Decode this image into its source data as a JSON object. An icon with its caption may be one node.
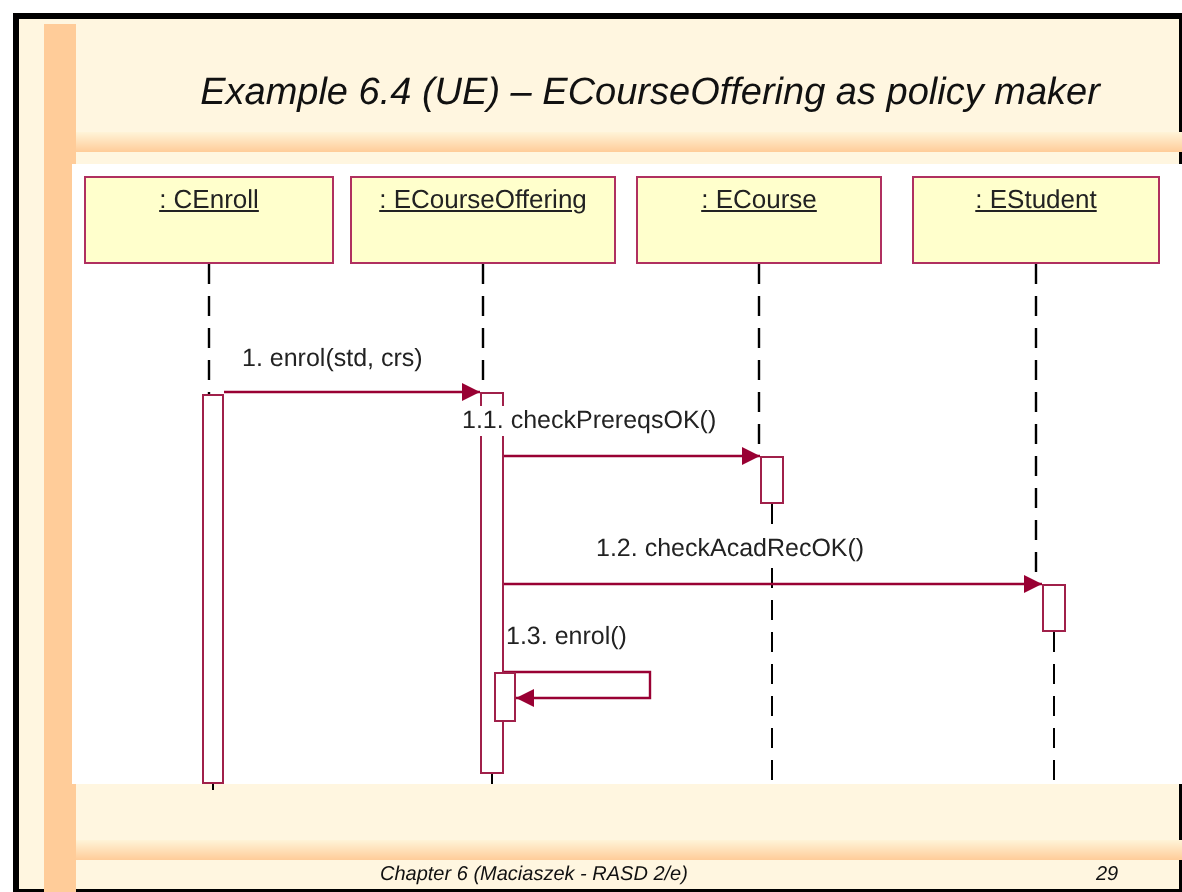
{
  "diagram": {
    "title": "Example 6.4 (UE) – ECourseOffering as policy maker",
    "nodes": [
      {
        "text": [
          ": CEnroll"
        ]
      },
      {
        "text": [
          ": ECourseOffering"
        ]
      },
      {
        "text": [
          ": ECourse"
        ]
      },
      {
        "text": [
          ": EStudent"
        ]
      },
      {
        "text": [],
        "shape": "bar"
      },
      {
        "text": [],
        "shape": "bar"
      },
      {
        "text": [],
        "shape": "bar"
      },
      {
        "text": [],
        "shape": "bar"
      },
      {
        "text": [],
        "shape": "bar"
      }
    ],
    "edges": [
      {
        "from": 0,
        "to": 4,
        "arrow": "none",
        "style": "dashed",
        "color": "#000000"
      },
      {
        "from": 1,
        "to": 5,
        "arrow": "none",
        "style": "dashed",
        "color": "#000000"
      },
      {
        "from": 2,
        "to": 6,
        "arrow": "none",
        "style": "dashed",
        "color": "#000000"
      },
      {
        "from": 3,
        "to": 7,
        "arrow": "none",
        "style": "dashed",
        "color": "#000000"
      },
      {
        "from": 4,
        "to": 5,
        "arrow": "to",
        "label": "1. enrol(std, crs)",
        "color": "#990033"
      },
      {
        "from": 5,
        "to": 6,
        "arrow": "to",
        "label": "1.1. checkPrereqsOK()",
        "color": "#990033"
      },
      {
        "from": 5,
        "to": 7,
        "arrow": "to",
        "label": "1.2. checkAcadRecOK()",
        "color": "#990033"
      },
      {
        "from": 5,
        "to": 8,
        "arrow": "to",
        "label": "1.3. enrol()",
        "color": "#990033"
      }
    ],
    "labels": [
      "Chapter 6 (Maciaszek - RASD 2/e)",
      "29"
    ]
  }
}
